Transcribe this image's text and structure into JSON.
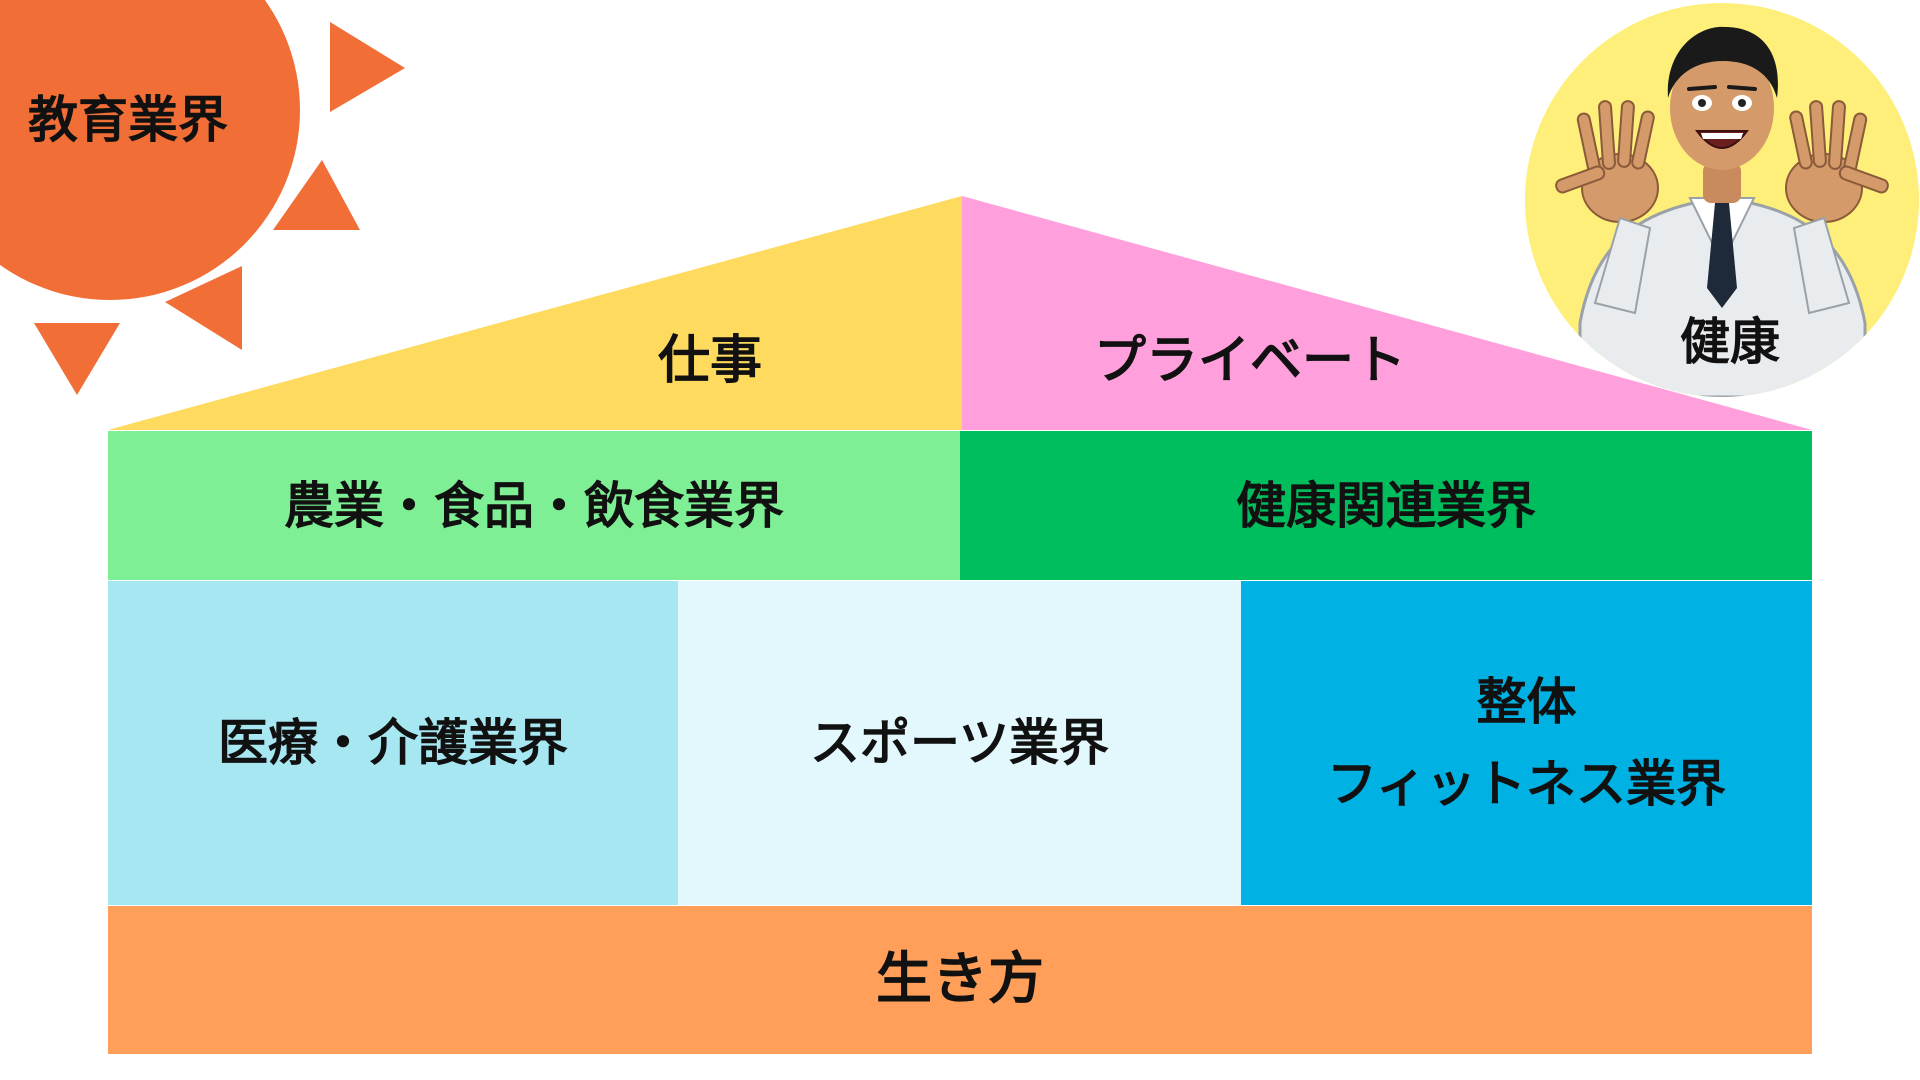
{
  "colors": {
    "sun": "#F26E37",
    "roof_left": "#FEDA5E",
    "roof_right": "#FF9FDC",
    "agri": "#7EEF95",
    "health_related": "#00BD5E",
    "medical": "#A6E7F2",
    "sports": "#E3F8FC",
    "seitai": "#00B2E3",
    "life": "#FF9F5A",
    "health_circle": "#FEEF7A",
    "text": "#111111"
  },
  "sun": {
    "label": "教育業界",
    "icon": "sun-icon"
  },
  "roof": {
    "left_label": "仕事",
    "right_label": "プライベート"
  },
  "row_industries": {
    "agri_food": "農業・食品・飲食業界",
    "health_related": "健康関連業界"
  },
  "row_fields": {
    "medical_care": "医療・介護業界",
    "sports": "スポーツ業界",
    "seitai_line1": "整体",
    "seitai_line2": "フィットネス業界"
  },
  "foundation": {
    "label": "生き方"
  },
  "health_badge": {
    "label": "健康",
    "illustration": "smiling-doctor-illustration"
  }
}
